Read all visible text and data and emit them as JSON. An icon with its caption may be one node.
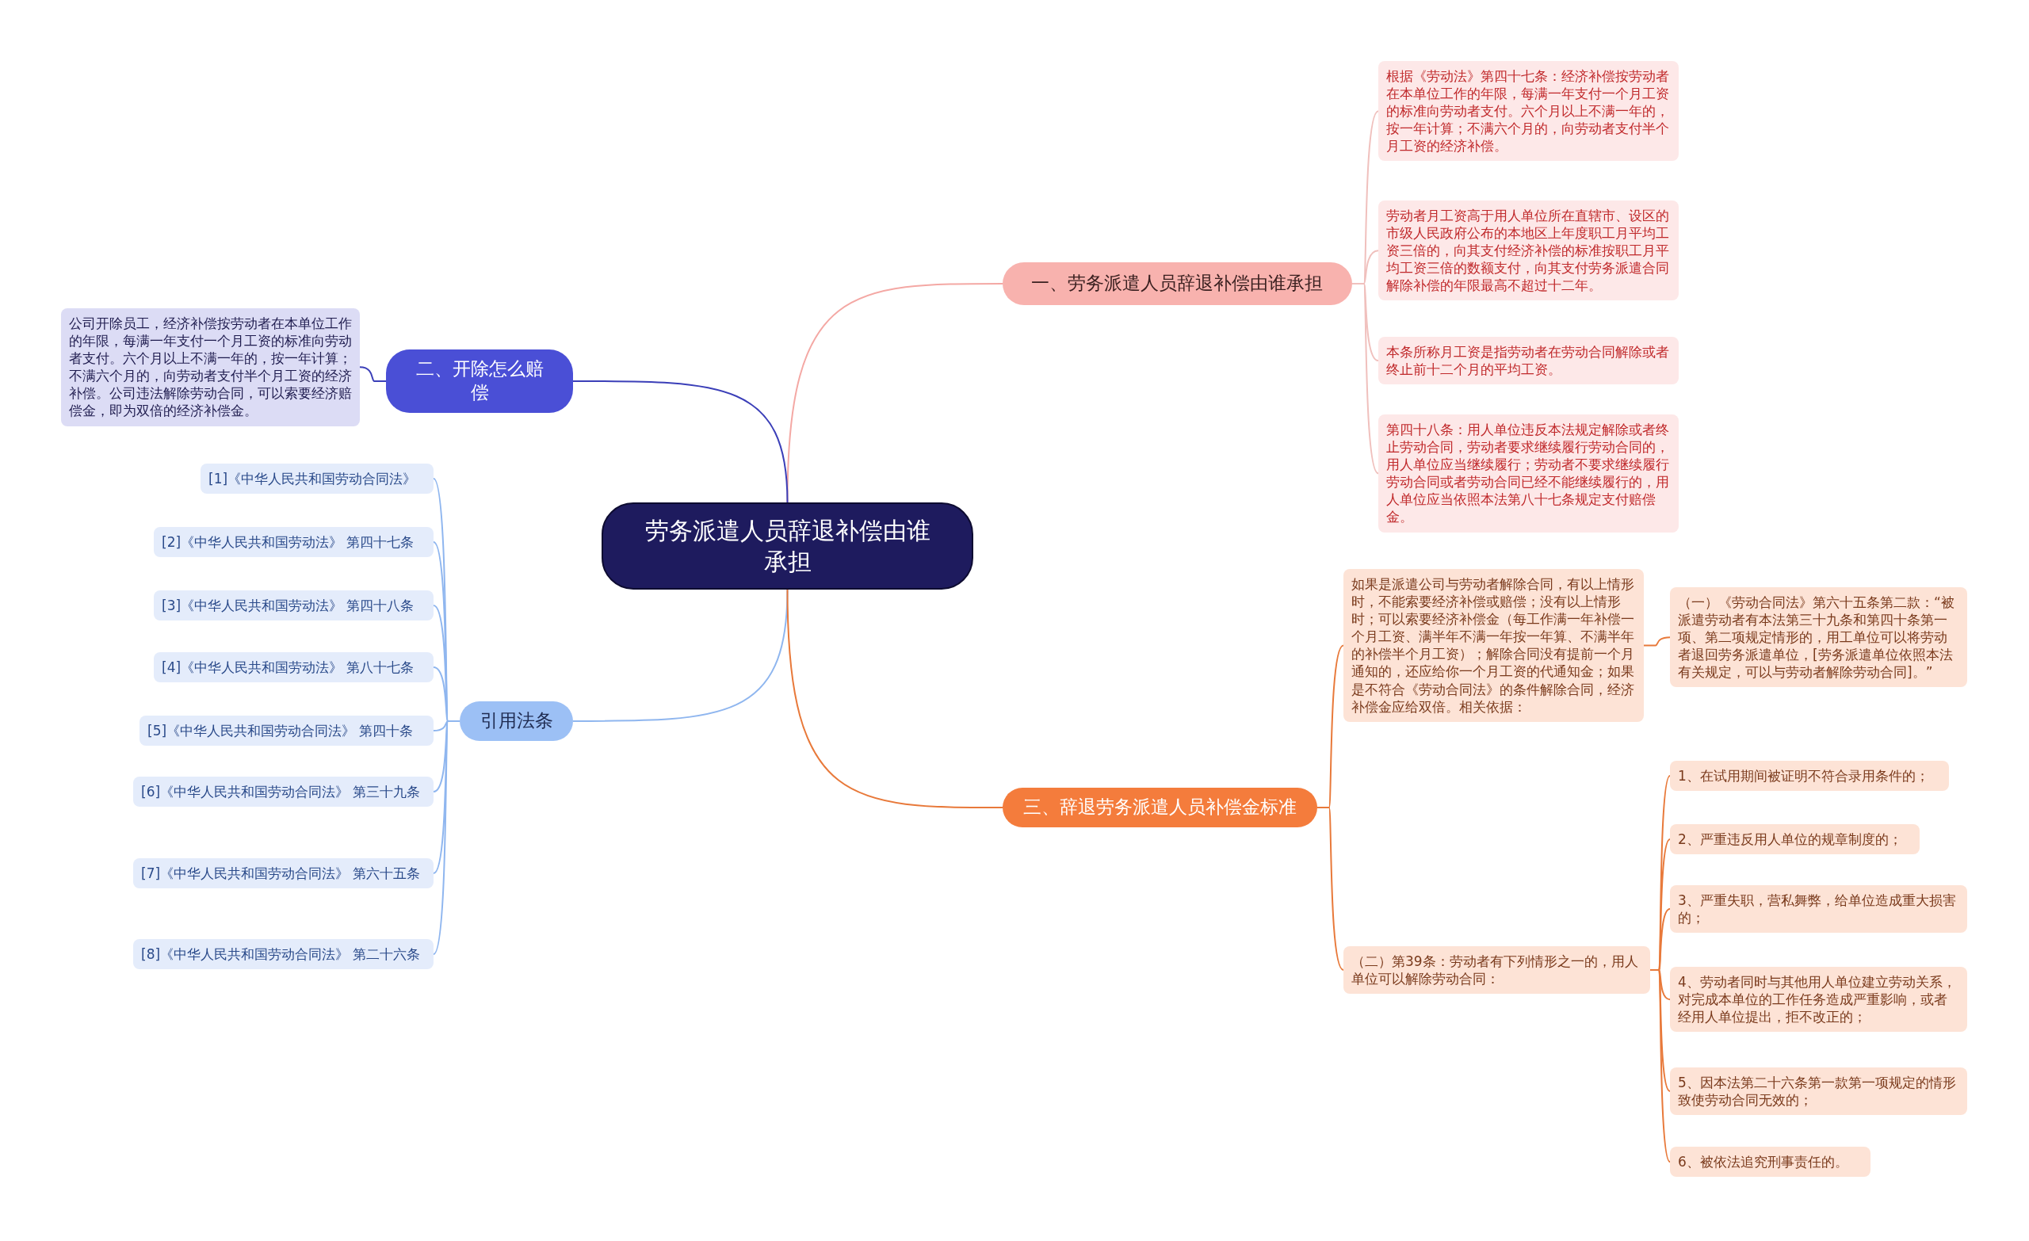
{
  "diagram": {
    "nodes": [
      {
        "text": [
          "劳务派遣人员辞退补偿由谁承担"
        ]
      },
      {
        "text": [
          "一、劳务派遣人员辞退补偿由谁承担"
        ]
      },
      {
        "text": [
          "二、开除怎么赔偿"
        ]
      },
      {
        "text": [
          "引用法条"
        ]
      },
      {
        "text": [
          "三、辞退劳务派遣人员补偿金标准"
        ]
      },
      {
        "text": [
          "根据《劳动法》第四十七条：经济补偿按劳动者在本单位工作的年限，每满一年支付一个月工资的标准向劳动者支付。六个月以上不满一年的，按一年计算；不满六个月的，向劳动者支付半个月工资的经济补偿。"
        ]
      },
      {
        "text": [
          "劳动者月工资高于用人单位所在直辖市、设区的市级人民政府公布的本地区上年度职工月平均工资三倍的，向其支付经济补偿的标准按职工月平均工资三倍的数额支付，向其支付劳务派遣合同解除补偿的年限最高不超过十二年。"
        ]
      },
      {
        "text": [
          "本条所称月工资是指劳动者在劳动合同解除或者终止前十二个月的平均工资。"
        ]
      },
      {
        "text": [
          "第四十八条：用人单位违反本法规定解除或者终止劳动合同，劳动者要求继续履行劳动合同的，用人单位应当继续履行；劳动者不要求继续履行劳动合同或者劳动合同已经不能继续履行的，用人单位应当依照本法第八十七条规定支付赔偿金。"
        ]
      },
      {
        "text": [
          "公司开除员工，经济补偿按劳动者在本单位工作的年限，每满一年支付一个月工资的标准向劳动者支付。六个月以上不满一年的，按一年计算；不满六个月的，向劳动者支付半个月工资的经济补偿。公司违法解除劳动合同，可以索要经济赔偿金，即为双倍的经济补偿金。"
        ]
      },
      {
        "text": [
          "[1]《中华人民共和国劳动合同法》"
        ]
      },
      {
        "text": [
          "[2]《中华人民共和国劳动法》 第四十七条"
        ]
      },
      {
        "text": [
          "[3]《中华人民共和国劳动法》 第四十八条"
        ]
      },
      {
        "text": [
          "[4]《中华人民共和国劳动法》 第八十七条"
        ]
      },
      {
        "text": [
          "[5]《中华人民共和国劳动合同法》 第四十条"
        ]
      },
      {
        "text": [
          "[6]《中华人民共和国劳动合同法》 第三十九条"
        ]
      },
      {
        "text": [
          "[7]《中华人民共和国劳动合同法》 第六十五条"
        ]
      },
      {
        "text": [
          "[8]《中华人民共和国劳动合同法》 第二十六条"
        ]
      },
      {
        "text": [
          "如果是派遣公司与劳动者解除合同，有以上情形时，不能索要经济补偿或赔偿；没有以上情形时；可以索要经济补偿金（每工作满一年补偿一个月工资、满半年不满一年按一年算、不满半年的补偿半个月工资）；解除合同没有提前一个月通知的，还应给你一个月工资的代通知金；如果是不符合《劳动合同法》的条件解除合同，经济补偿金应给双倍。相关依据："
        ]
      },
      {
        "text": [
          "（二）第39条：劳动者有下列情形之一的，用人单位可以解除劳动合同："
        ]
      },
      {
        "text": [
          "（一）《劳动合同法》第六十五条第二款：“被派遣劳动者有本法第三十九条和第四十条第一项、第二项规定情形的，用工单位可以将劳动者退回劳务派遣单位，[劳务派遣单位依照本法有关规定，可以与劳动者解除劳动合同]。”"
        ]
      },
      {
        "text": [
          "1、在试用期间被证明不符合录用条件的；"
        ]
      },
      {
        "text": [
          "2、严重违反用人单位的规章制度的；"
        ]
      },
      {
        "text": [
          "3、严重失职，营私舞弊，给单位造成重大损害的；"
        ]
      },
      {
        "text": [
          "4、劳动者同时与其他用人单位建立劳动关系，对完成本单位的工作任务造成严重影响，或者经用人单位提出，拒不改正的；"
        ]
      },
      {
        "text": [
          "5、因本法第二十六条第一款第一项规定的情形致使劳动合同无效的；"
        ]
      },
      {
        "text": [
          "6、被依法追究刑事责任的。"
        ]
      }
    ],
    "edges": [
      {
        "from": 0,
        "to": 1,
        "arrow": "none",
        "color": "#f4a8a4"
      },
      {
        "from": 0,
        "to": 2,
        "arrow": "none",
        "color": "#3b3fb8"
      },
      {
        "from": 0,
        "to": 3,
        "arrow": "none",
        "color": "#8fb6ef"
      },
      {
        "from": 0,
        "to": 4,
        "arrow": "none"
      },
      {
        "from": 1,
        "to": 5,
        "arrow": "none",
        "color": "#f0c0bd"
      },
      {
        "from": 1,
        "to": 6,
        "arrow": "none",
        "color": "#f0c0bd"
      },
      {
        "from": 1,
        "to": 7,
        "arrow": "none",
        "color": "#f0c0bd"
      },
      {
        "from": 1,
        "to": 8,
        "arrow": "none",
        "color": "#f0c0bd"
      },
      {
        "from": 2,
        "to": 9,
        "arrow": "none",
        "color": "#3b3fb8"
      },
      {
        "from": 3,
        "to": 10,
        "arrow": "none",
        "color": "#8fb6ef"
      },
      {
        "from": 3,
        "to": 11,
        "arrow": "none",
        "color": "#8fb6ef"
      },
      {
        "from": 3,
        "to": 12,
        "arrow": "none",
        "color": "#8fb6ef"
      },
      {
        "from": 3,
        "to": 13,
        "arrow": "none",
        "color": "#8fb6ef"
      },
      {
        "from": 3,
        "to": 14,
        "arrow": "none",
        "color": "#8fb6ef"
      },
      {
        "from": 3,
        "to": 15,
        "arrow": "none",
        "color": "#8fb6ef"
      },
      {
        "from": 3,
        "to": 16,
        "arrow": "none",
        "color": "#8fb6ef"
      },
      {
        "from": 3,
        "to": 17,
        "arrow": "none",
        "color": "#8fb6ef"
      },
      {
        "from": 4,
        "to": 18,
        "arrow": "none"
      },
      {
        "from": 4,
        "to": 19,
        "arrow": "none"
      },
      {
        "from": 18,
        "to": 20,
        "arrow": "none"
      },
      {
        "from": 19,
        "to": 21,
        "arrow": "none"
      },
      {
        "from": 19,
        "to": 22,
        "arrow": "none"
      },
      {
        "from": 19,
        "to": 23,
        "arrow": "none"
      },
      {
        "from": 19,
        "to": 24,
        "arrow": "none"
      },
      {
        "from": 19,
        "to": 25,
        "arrow": "none"
      },
      {
        "from": 19,
        "to": 26,
        "arrow": "none"
      }
    ]
  }
}
